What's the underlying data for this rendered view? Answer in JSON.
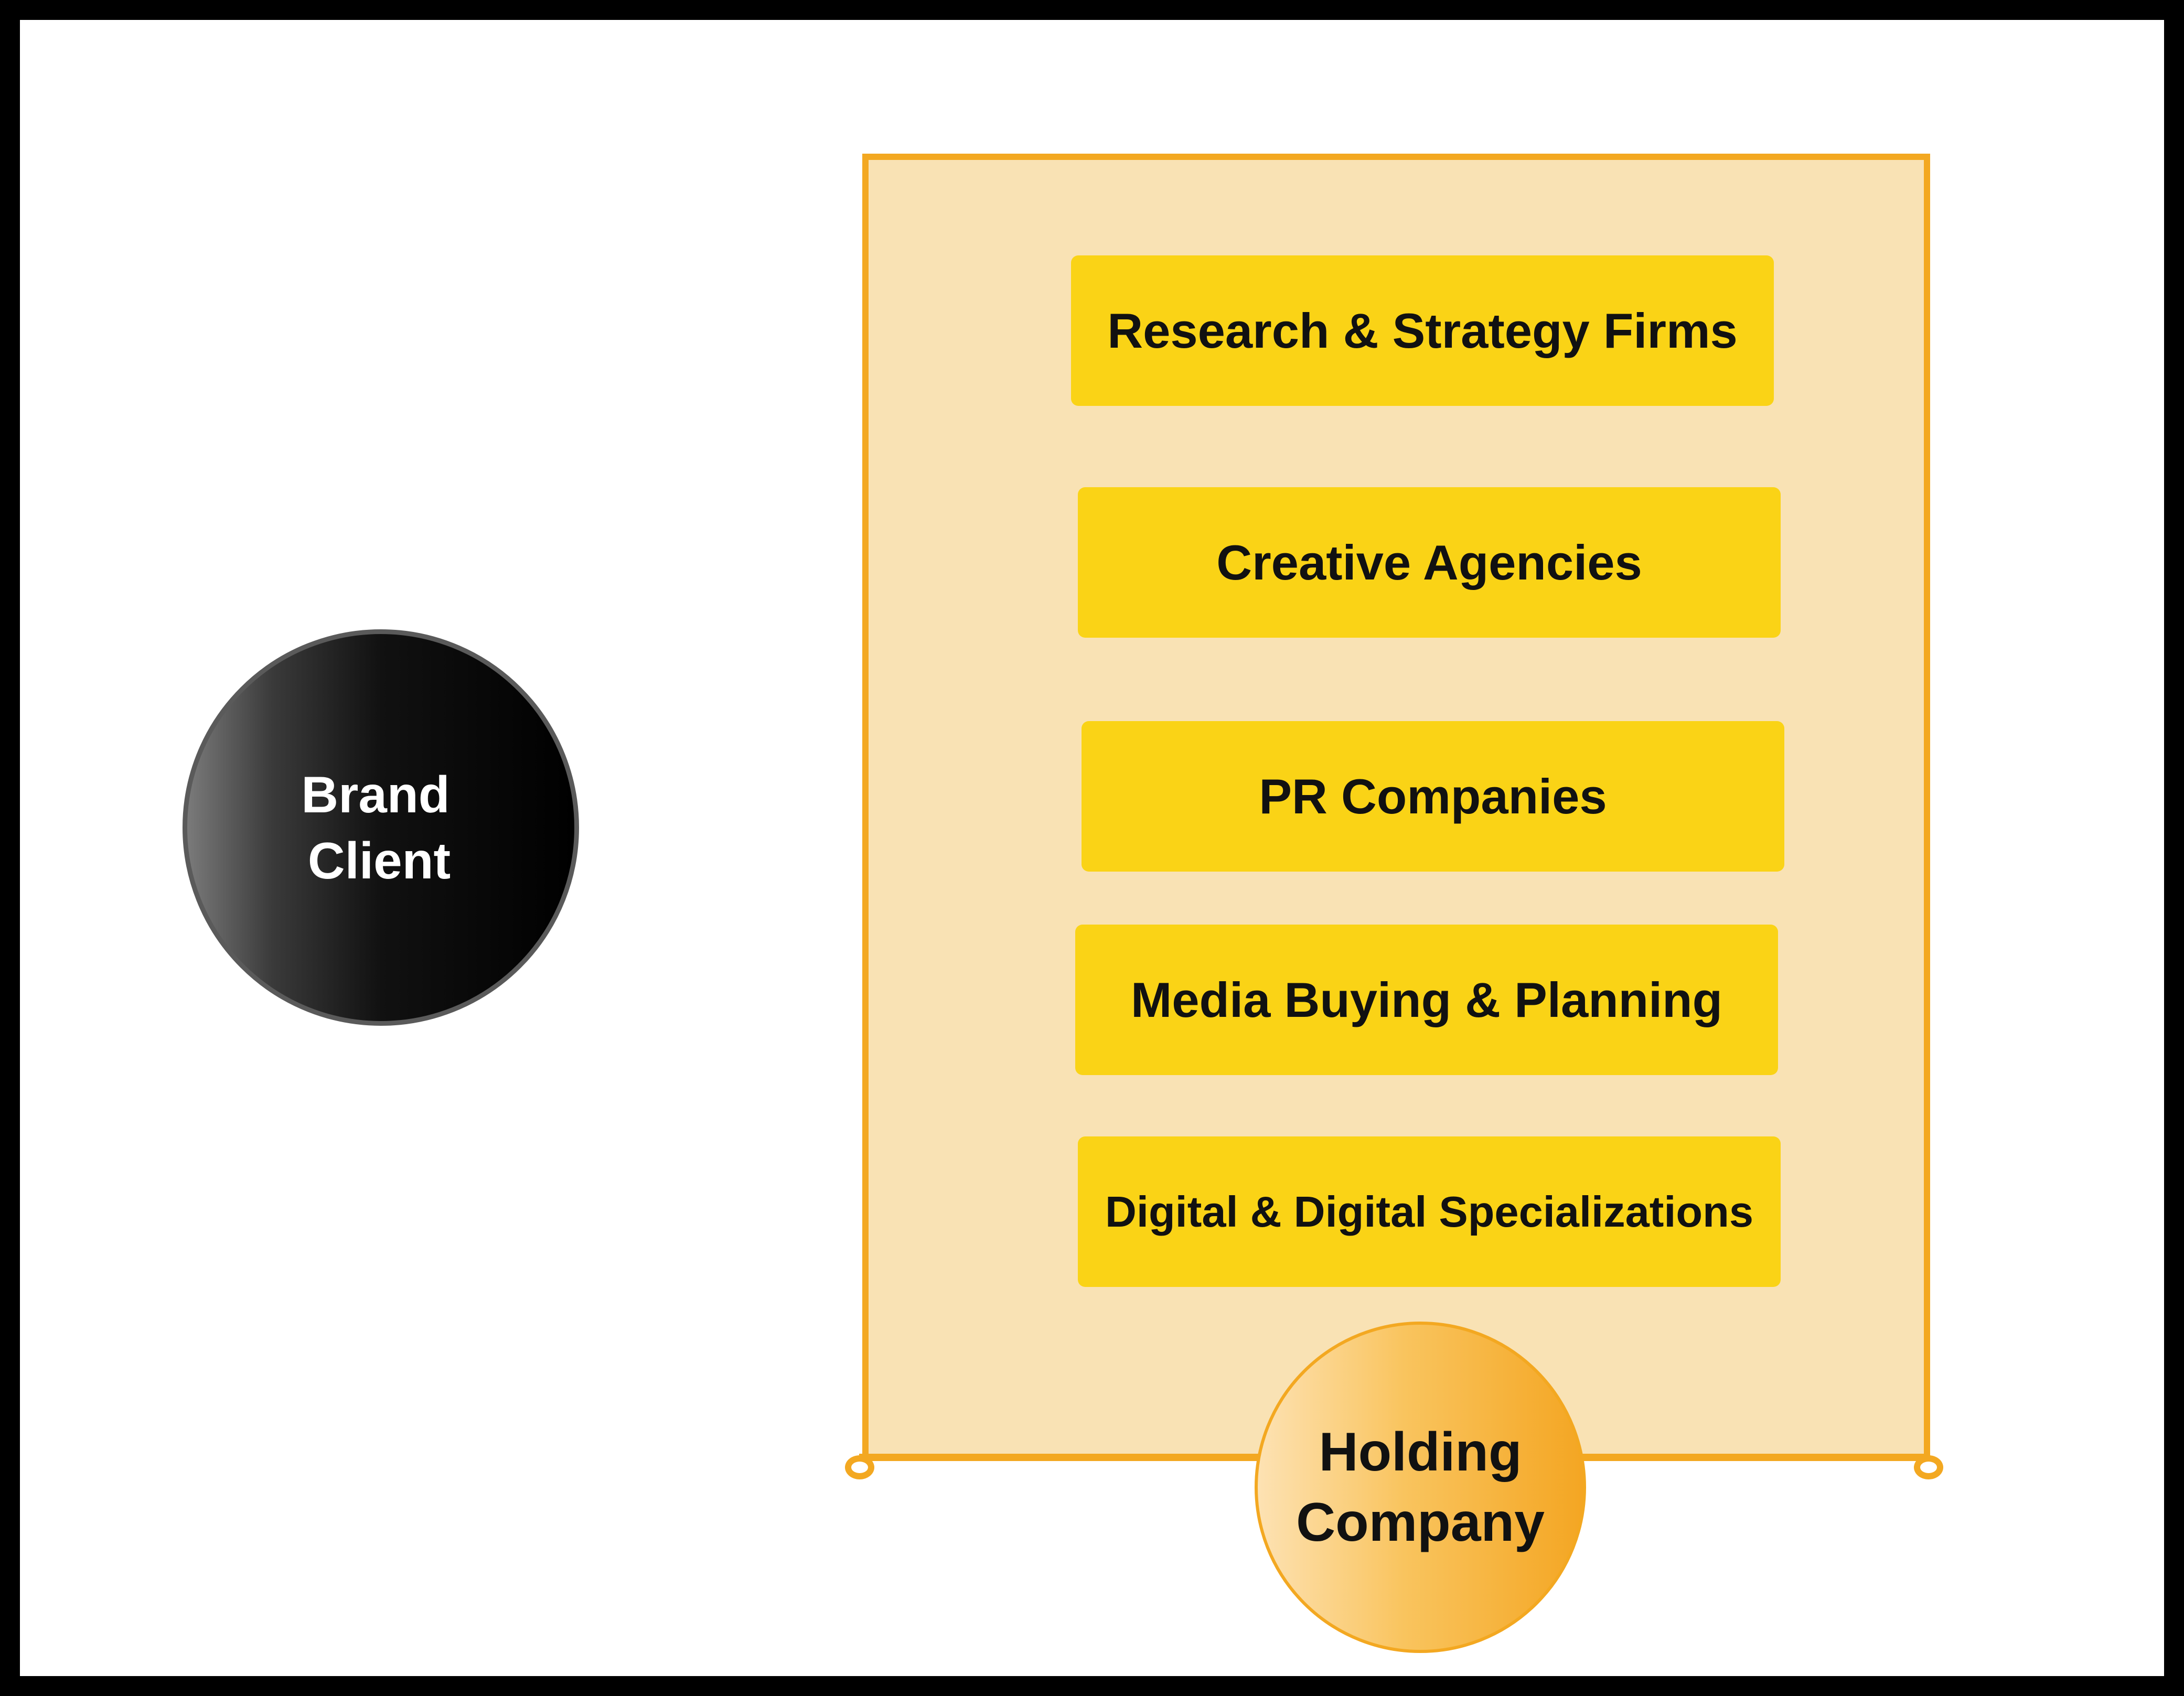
{
  "diagram": {
    "brand_client": {
      "line1": "Brand",
      "line2": "Client"
    },
    "holding_company": {
      "line1": "Holding",
      "line2": "Company"
    },
    "categories": [
      "Research & Strategy Firms",
      "Creative Agencies",
      "PR Companies",
      "Media Buying & Planning",
      "Digital & Digital Specializations"
    ]
  },
  "colors": {
    "frame": "#000000",
    "panel_fill": "#f9e2b4",
    "panel_border": "#f3a821",
    "category_fill": "#fad316",
    "brand_circle": "#000000",
    "holding_circle": "#f4a623"
  }
}
